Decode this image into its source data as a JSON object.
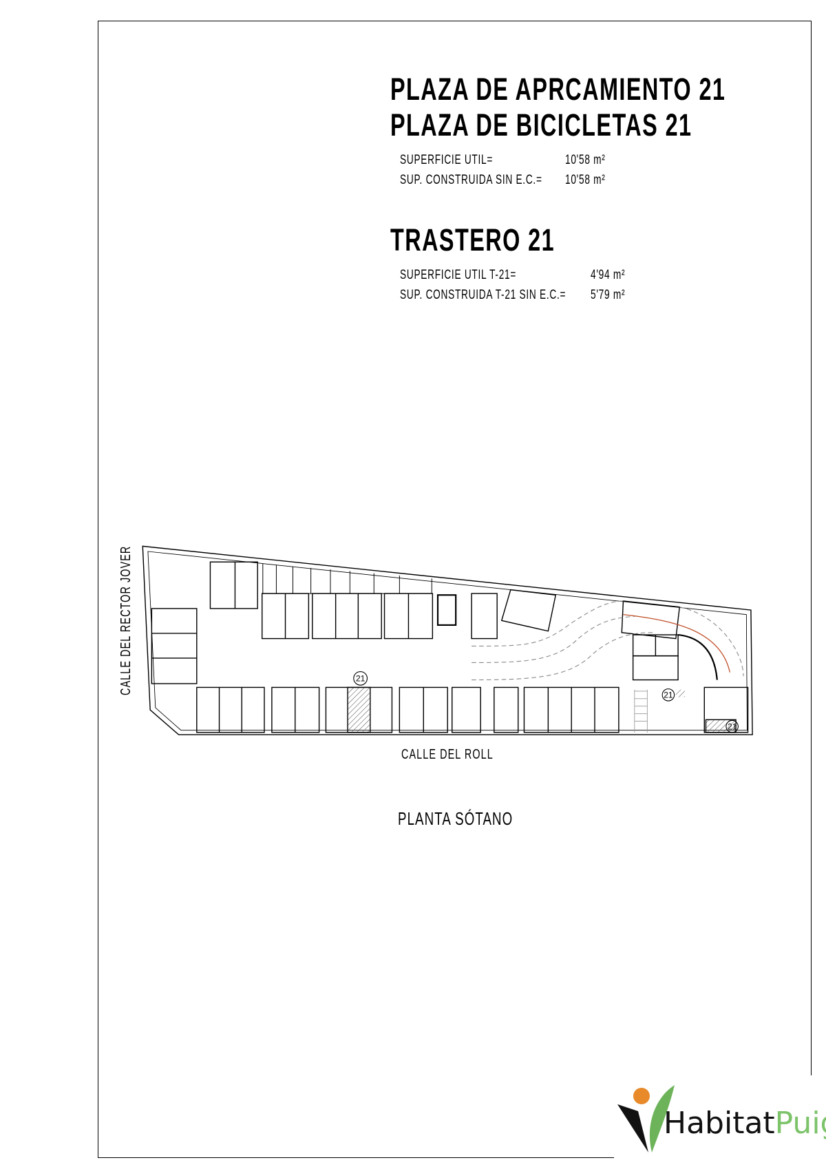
{
  "header": {
    "title_parking": "PLAZA DE APRCAMIENTO 21",
    "title_bikes": "PLAZA DE BICICLETAS 21",
    "parking_areas": [
      {
        "label": "SUPERFICIE UTIL=",
        "value": "10'58 m²"
      },
      {
        "label": "SUP. CONSTRUIDA SIN E.C.=",
        "value": "10'58 m²"
      }
    ],
    "title_storage": "TRASTERO 21",
    "storage_areas": [
      {
        "label": "SUPERFICIE UTIL T-21=",
        "value": "4'94 m²"
      },
      {
        "label": "SUP. CONSTRUIDA T-21 SIN E.C.=",
        "value": "5'79 m²"
      }
    ]
  },
  "plan": {
    "street_left": "CALLE DEL RECTOR JOVER",
    "street_bottom": "CALLE DEL ROLL",
    "caption": "PLANTA SÓTANO",
    "markers": [
      "21",
      "21",
      "21"
    ],
    "ramp_color": "#c0502a"
  },
  "logo": {
    "part1": "Habitat",
    "part2": "Puig",
    "green": "#6db35a",
    "orange": "#e88a2a"
  }
}
